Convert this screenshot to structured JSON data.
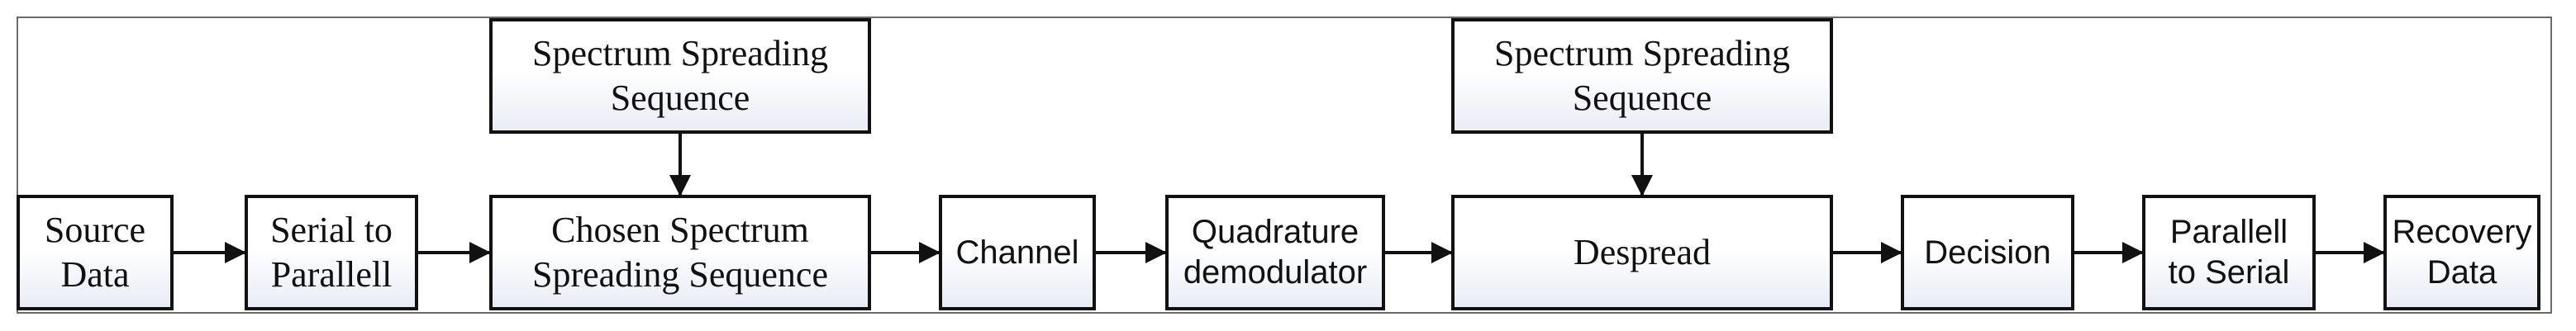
{
  "diagram": {
    "blocks": {
      "spread_seq_top": "Spectrum Spreading\nSequence",
      "despread_seq_top": "Spectrum Spreading\nSequence",
      "source_data": "Source\nData",
      "serial_to_parallel": "Serial to\nParallell",
      "chosen_spreading": "Chosen Spectrum\nSpreading Sequence",
      "channel": "Channel",
      "quadrature_demodulator": "Quadrature\ndemodulator",
      "despread": "Despread",
      "decision": "Decision",
      "parallel_to_serial": "Parallell\nto Serial",
      "recovery_data": "Recovery\nData"
    },
    "edges": [
      [
        "source_data",
        "serial_to_parallel"
      ],
      [
        "serial_to_parallel",
        "chosen_spreading"
      ],
      [
        "spread_seq_top",
        "chosen_spreading"
      ],
      [
        "chosen_spreading",
        "channel"
      ],
      [
        "channel",
        "quadrature_demodulator"
      ],
      [
        "quadrature_demodulator",
        "despread"
      ],
      [
        "despread_seq_top",
        "despread"
      ],
      [
        "despread",
        "decision"
      ],
      [
        "decision",
        "parallel_to_serial"
      ],
      [
        "parallel_to_serial",
        "recovery_data"
      ]
    ]
  }
}
